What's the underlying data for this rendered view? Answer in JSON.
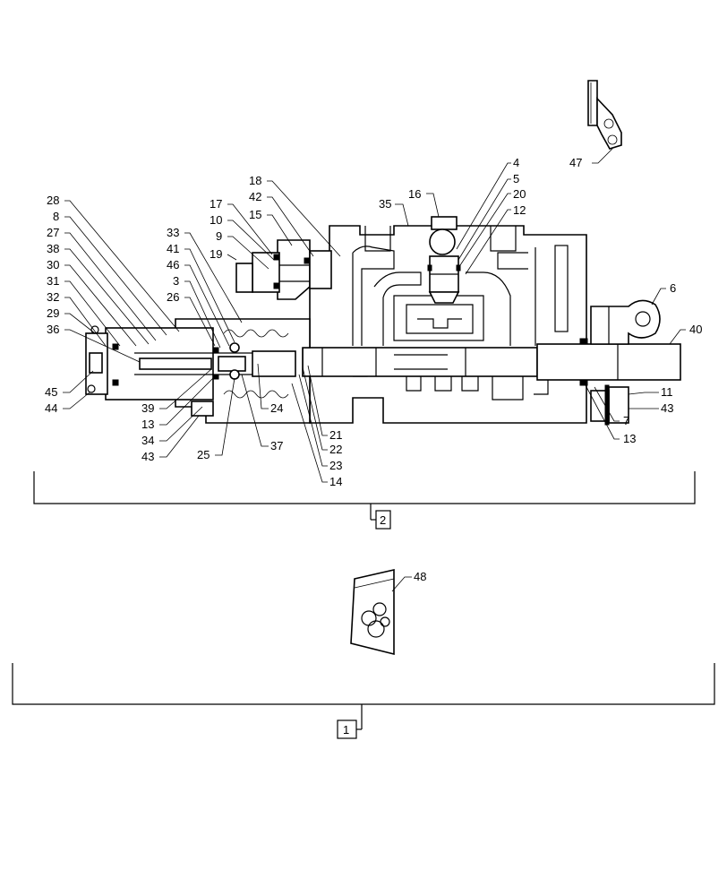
{
  "callouts": [
    {
      "id": "c47",
      "text": "47"
    },
    {
      "id": "c4",
      "text": "4"
    },
    {
      "id": "c5",
      "text": "5"
    },
    {
      "id": "c20",
      "text": "20"
    },
    {
      "id": "c12",
      "text": "12"
    },
    {
      "id": "c16",
      "text": "16"
    },
    {
      "id": "c35",
      "text": "35"
    },
    {
      "id": "c18",
      "text": "18"
    },
    {
      "id": "c42a",
      "text": "42"
    },
    {
      "id": "c15",
      "text": "15"
    },
    {
      "id": "c17",
      "text": "17"
    },
    {
      "id": "c10",
      "text": "10"
    },
    {
      "id": "c9",
      "text": "9"
    },
    {
      "id": "c19",
      "text": "19"
    },
    {
      "id": "c28",
      "text": "28"
    },
    {
      "id": "c8",
      "text": "8"
    },
    {
      "id": "c27",
      "text": "27"
    },
    {
      "id": "c38",
      "text": "38"
    },
    {
      "id": "c30",
      "text": "30"
    },
    {
      "id": "c31",
      "text": "31"
    },
    {
      "id": "c32",
      "text": "32"
    },
    {
      "id": "c29",
      "text": "29"
    },
    {
      "id": "c36",
      "text": "36"
    },
    {
      "id": "c45",
      "text": "45"
    },
    {
      "id": "c44",
      "text": "44"
    },
    {
      "id": "c33",
      "text": "33"
    },
    {
      "id": "c41",
      "text": "41"
    },
    {
      "id": "c46",
      "text": "46"
    },
    {
      "id": "c3",
      "text": "3"
    },
    {
      "id": "c26",
      "text": "26"
    },
    {
      "id": "c39",
      "text": "39"
    },
    {
      "id": "c13a",
      "text": "13"
    },
    {
      "id": "c34",
      "text": "34"
    },
    {
      "id": "c43a",
      "text": "43"
    },
    {
      "id": "c25",
      "text": "25"
    },
    {
      "id": "c24",
      "text": "24"
    },
    {
      "id": "c37",
      "text": "37"
    },
    {
      "id": "c21",
      "text": "21"
    },
    {
      "id": "c22",
      "text": "22"
    },
    {
      "id": "c23",
      "text": "23"
    },
    {
      "id": "c14",
      "text": "14"
    },
    {
      "id": "c6",
      "text": "6"
    },
    {
      "id": "c40",
      "text": "40"
    },
    {
      "id": "c11",
      "text": "11"
    },
    {
      "id": "c43b",
      "text": "43"
    },
    {
      "id": "c7",
      "text": "7"
    },
    {
      "id": "c13b",
      "text": "13"
    },
    {
      "id": "c48",
      "text": "48"
    }
  ],
  "assemblies": {
    "group2": {
      "label": "2"
    },
    "group1": {
      "label": "1"
    }
  }
}
